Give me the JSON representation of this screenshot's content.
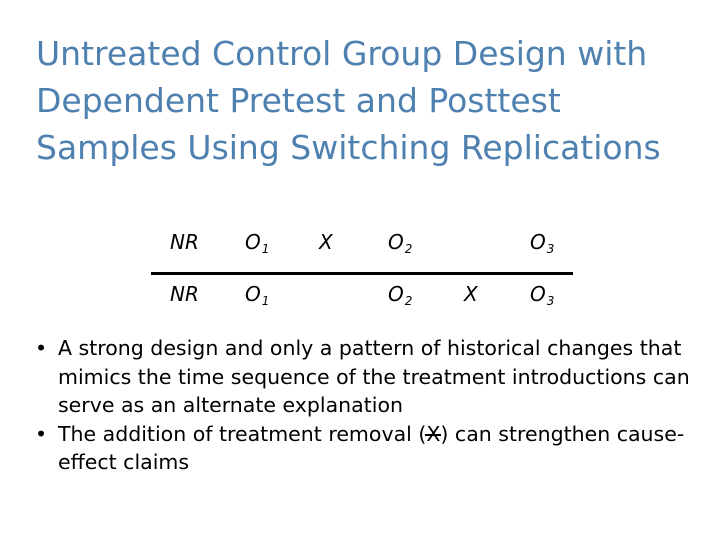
{
  "slide": {
    "title": "Untreated Control Group Design with Dependent Pretest and Posttest Samples Using Switching Replications",
    "title_color": "#4E80B0",
    "background_color": "#FFFFFF",
    "text_color": "#000000"
  },
  "notation_table": {
    "divider_visible": true,
    "rows": [
      {
        "label": "treatment-group-row",
        "cells": [
          {
            "name": "nr",
            "symbol": "NR",
            "sub": ""
          },
          {
            "name": "o1",
            "symbol": "O",
            "sub": "1"
          },
          {
            "name": "x1",
            "symbol": "X",
            "sub": ""
          },
          {
            "name": "o2",
            "symbol": "O",
            "sub": "2"
          },
          {
            "name": "o3",
            "symbol": "O",
            "sub": "3"
          }
        ]
      },
      {
        "label": "control-group-row",
        "cells": [
          {
            "name": "nr",
            "symbol": "NR",
            "sub": ""
          },
          {
            "name": "o1",
            "symbol": "O",
            "sub": "1"
          },
          {
            "name": "o2",
            "symbol": "O",
            "sub": "2"
          },
          {
            "name": "x2",
            "symbol": "X",
            "sub": ""
          },
          {
            "name": "o3",
            "symbol": "O",
            "sub": "3"
          }
        ]
      }
    ]
  },
  "bullets": [
    {
      "marker": "•",
      "text": "A strong design and only a pattern of historical changes that mimics the time sequence of the treatment introductions can serve as an alternate explanation"
    },
    {
      "marker": "•",
      "text_before": "The addition of treatment removal (",
      "struck_symbol": "X",
      "text_after": ") can strengthen cause-effect claims"
    }
  ]
}
